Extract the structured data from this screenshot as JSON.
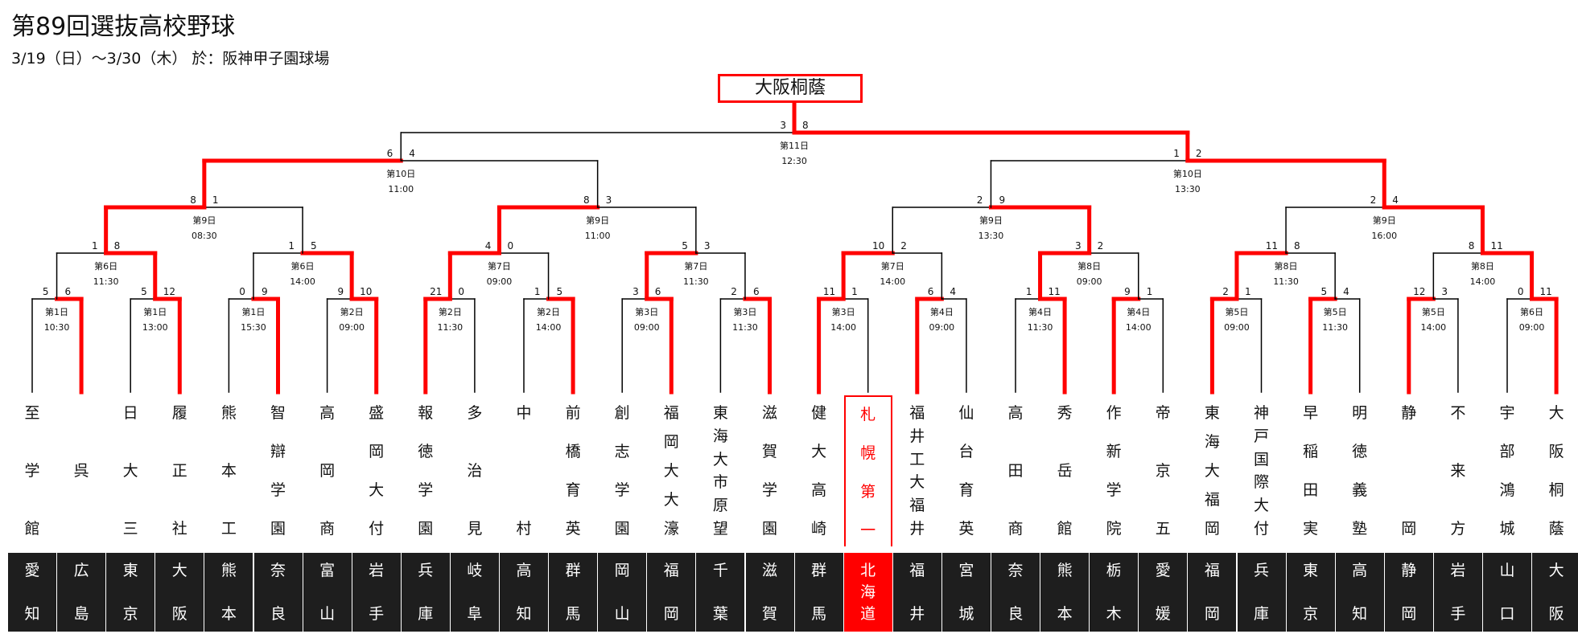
{
  "header": {
    "title": "第89回選抜高校野球",
    "subtitle": "3/19（日）～3/30（木） 於：阪神甲子園球場"
  },
  "champion": "大阪桐蔭",
  "colors": {
    "win": "#ff0000",
    "line": "#000000",
    "pref_bg": "#1e1e1e"
  },
  "teams": [
    {
      "name": "至学館",
      "pref": "愛知"
    },
    {
      "name": "呉",
      "pref": "広島"
    },
    {
      "name": "日大三",
      "pref": "東京"
    },
    {
      "name": "履正社",
      "pref": "大阪"
    },
    {
      "name": "熊本工",
      "pref": "熊本"
    },
    {
      "name": "智辯学園",
      "pref": "奈良"
    },
    {
      "name": "高岡商",
      "pref": "富山"
    },
    {
      "name": "盛岡大付",
      "pref": "岩手"
    },
    {
      "name": "報徳学園",
      "pref": "兵庫"
    },
    {
      "name": "多治見",
      "pref": "岐阜"
    },
    {
      "name": "中村",
      "pref": "高知"
    },
    {
      "name": "前橋育英",
      "pref": "群馬"
    },
    {
      "name": "創志学園",
      "pref": "岡山"
    },
    {
      "name": "福岡大大濠",
      "pref": "福岡"
    },
    {
      "name": "東海大市原望",
      "pref": "千葉"
    },
    {
      "name": "滋賀学園",
      "pref": "滋賀"
    },
    {
      "name": "健大高崎",
      "pref": "群馬"
    },
    {
      "name": "札幌第一",
      "pref": "北海道"
    },
    {
      "name": "福井工大福井",
      "pref": "福井"
    },
    {
      "name": "仙台育英",
      "pref": "宮城"
    },
    {
      "name": "高田商",
      "pref": "奈良"
    },
    {
      "name": "秀岳館",
      "pref": "熊本"
    },
    {
      "name": "作新学院",
      "pref": "栃木"
    },
    {
      "name": "帝京五",
      "pref": "愛媛"
    },
    {
      "name": "東海大福岡",
      "pref": "福岡"
    },
    {
      "name": "神戸国際大付",
      "pref": "兵庫"
    },
    {
      "name": "早稲田実",
      "pref": "東京"
    },
    {
      "name": "明徳義塾",
      "pref": "高知"
    },
    {
      "name": "静岡",
      "pref": "静岡"
    },
    {
      "name": "不来方",
      "pref": "岩手"
    },
    {
      "name": "宇部鴻城",
      "pref": "山口"
    },
    {
      "name": "大阪桐蔭",
      "pref": "大阪"
    }
  ],
  "highlighted_team": 17,
  "rounds": [
    [
      {
        "s": [
          "5",
          "6"
        ],
        "day": "第1日",
        "time": "10:30",
        "w": 1
      },
      {
        "s": [
          "5",
          "12"
        ],
        "day": "第1日",
        "time": "13:00",
        "w": 1
      },
      {
        "s": [
          "0",
          "9"
        ],
        "day": "第1日",
        "time": "15:30",
        "w": 1
      },
      {
        "s": [
          "9",
          "10"
        ],
        "day": "第2日",
        "time": "09:00",
        "w": 1
      },
      {
        "s": [
          "21",
          "0"
        ],
        "day": "第2日",
        "time": "11:30",
        "w": 0
      },
      {
        "s": [
          "1",
          "5"
        ],
        "day": "第2日",
        "time": "14:00",
        "w": 1
      },
      {
        "s": [
          "3",
          "6"
        ],
        "day": "第3日",
        "time": "09:00",
        "w": 1
      },
      {
        "s": [
          "2",
          "6"
        ],
        "day": "第3日",
        "time": "11:30",
        "w": 1
      },
      {
        "s": [
          "11",
          "1"
        ],
        "day": "第3日",
        "time": "14:00",
        "w": 0
      },
      {
        "s": [
          "6",
          "4"
        ],
        "day": "第4日",
        "time": "09:00",
        "w": 0
      },
      {
        "s": [
          "1",
          "11"
        ],
        "day": "第4日",
        "time": "11:30",
        "w": 1
      },
      {
        "s": [
          "9",
          "1"
        ],
        "day": "第4日",
        "time": "14:00",
        "w": 0
      },
      {
        "s": [
          "2",
          "1"
        ],
        "day": "第5日",
        "time": "09:00",
        "w": 0
      },
      {
        "s": [
          "5",
          "4"
        ],
        "day": "第5日",
        "time": "11:30",
        "w": 0
      },
      {
        "s": [
          "12",
          "3"
        ],
        "day": "第5日",
        "time": "14:00",
        "w": 0
      },
      {
        "s": [
          "0",
          "11"
        ],
        "day": "第6日",
        "time": "09:00",
        "w": 1
      }
    ],
    [
      {
        "s": [
          "1",
          "8"
        ],
        "day": "第6日",
        "time": "11:30",
        "w": 1
      },
      {
        "s": [
          "1",
          "5"
        ],
        "day": "第6日",
        "time": "14:00",
        "w": 1
      },
      {
        "s": [
          "4",
          "0"
        ],
        "day": "第7日",
        "time": "09:00",
        "w": 0
      },
      {
        "s": [
          "5",
          "3"
        ],
        "day": "第7日",
        "time": "11:30",
        "w": 0
      },
      {
        "s": [
          "10",
          "2"
        ],
        "day": "第7日",
        "time": "14:00",
        "w": 0
      },
      {
        "s": [
          "3",
          "2"
        ],
        "day": "第8日",
        "time": "09:00",
        "w": 0
      },
      {
        "s": [
          "11",
          "8"
        ],
        "day": "第8日",
        "time": "11:30",
        "w": 0
      },
      {
        "s": [
          "8",
          "11"
        ],
        "day": "第8日",
        "time": "14:00",
        "w": 1
      }
    ],
    [
      {
        "s": [
          "8",
          "1"
        ],
        "day": "第9日",
        "time": "08:30",
        "w": 0
      },
      {
        "s": [
          "8",
          "3"
        ],
        "day": "第9日",
        "time": "11:00",
        "w": 0
      },
      {
        "s": [
          "2",
          "9"
        ],
        "day": "第9日",
        "time": "13:30",
        "w": 1
      },
      {
        "s": [
          "2",
          "4"
        ],
        "day": "第9日",
        "time": "16:00",
        "w": 1
      }
    ],
    [
      {
        "s": [
          "6",
          "4"
        ],
        "day": "第10日",
        "time": "11:00",
        "w": 0
      },
      {
        "s": [
          "1",
          "2"
        ],
        "day": "第10日",
        "time": "13:30",
        "w": 1
      }
    ],
    [
      {
        "s": [
          "3",
          "8"
        ],
        "day": "第11日",
        "time": "12:30",
        "w": 1
      }
    ]
  ]
}
